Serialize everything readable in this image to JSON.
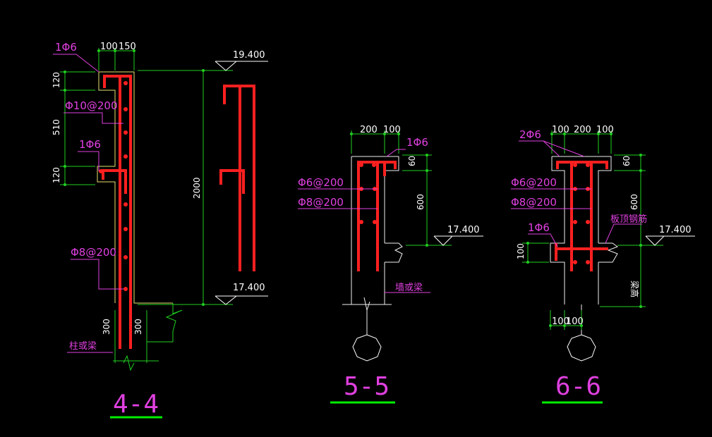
{
  "colors": {
    "background": "#000000",
    "rebar": "#ff2020",
    "outline": "#f0f0f0",
    "dim_line": "#20d020",
    "leader": "#e040e0",
    "text_white": "#ffffff",
    "title_underline": "#00ee00",
    "concrete_edge": "#e8e070"
  },
  "section_4_4": {
    "title": "4-4",
    "dim_top_a": "100",
    "dim_top_b": "150",
    "dim_left_1": "120",
    "dim_left_2": "510",
    "dim_left_3": "120",
    "dim_height": "2000",
    "dim_bottom_left": "300",
    "dim_bottom_right": "300",
    "elev_top": "19.400",
    "elev_bottom": "17.400",
    "rebar_top": "1Φ6",
    "rebar_horizontal": "Φ10@200",
    "rebar_mid": "1Φ6",
    "rebar_vertical": "Φ8@200",
    "support_note": "柱或梁"
  },
  "section_5_5": {
    "title": "5-5",
    "dim_top_a": "200",
    "dim_top_b": "100",
    "dim_flange": "60",
    "dim_height": "600",
    "elev": "17.400",
    "rebar_top": "1Φ6",
    "rebar_a": "Φ6@200",
    "rebar_b": "Φ8@200",
    "support_note": "墙或梁"
  },
  "section_6_6": {
    "title": "6-6",
    "dim_top_a": "100",
    "dim_top_b": "200",
    "dim_top_c": "100",
    "dim_flange": "60",
    "dim_height": "600",
    "dim_slab": "100",
    "dim_bottom_a": "100",
    "dim_bottom_b": "100",
    "elev": "17.400",
    "rebar_top": "2Φ6",
    "rebar_a": "Φ6@200",
    "rebar_b": "Φ8@200",
    "rebar_slab": "1Φ6",
    "slab_note": "板顶钢筋",
    "beam_note": "梁高"
  }
}
